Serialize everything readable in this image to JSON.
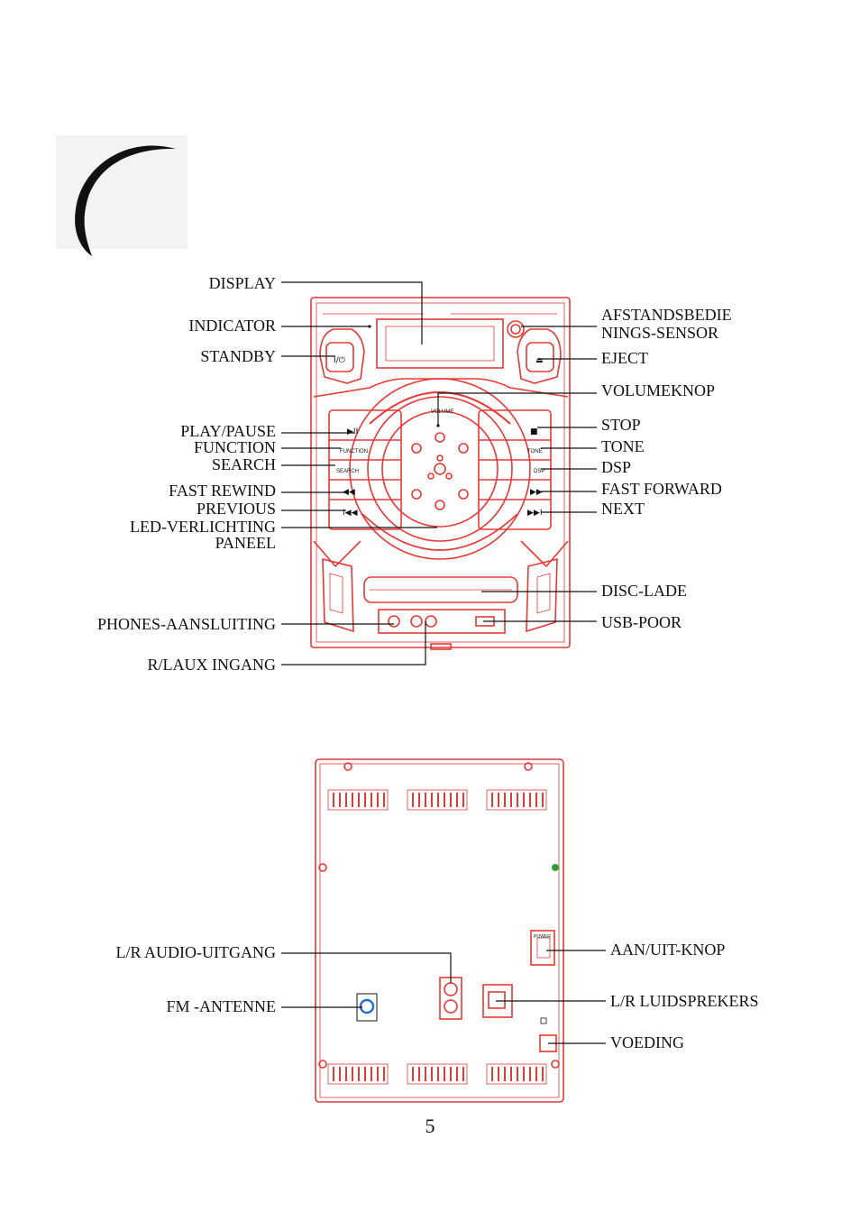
{
  "page_number": "5",
  "front_panel": {
    "left_labels": {
      "display": "DISPLAY",
      "indicator": "INDICATOR",
      "standby": "STANDBY",
      "play_pause": "PLAY/PAUSE",
      "function": "FUNCTION",
      "search": "SEARCH",
      "fast_rewind": "FAST REWIND",
      "previous": "PREVIOUS",
      "led_line1": "LED-VERLICHTING",
      "led_line2": "PANEEL",
      "phones": "PHONES-AANSLUITING",
      "aux": "R/LAUX INGANG"
    },
    "right_labels": {
      "remote_line1": "AFSTANDSBEDIE",
      "remote_line2": "NINGS-SENSOR",
      "eject": "EJECT",
      "volume": "VOLUMEKNOP",
      "stop": "STOP",
      "tone": "TONE",
      "dsp": "DSP",
      "fast_forward": "FAST FORWARD",
      "next": "NEXT",
      "disc_tray": "DISC-LADE",
      "usb": "USB-POOR"
    },
    "panel_text": {
      "function": "FUNCTION",
      "search": "SEARCH",
      "tone": "TONE",
      "dsp": "DSP",
      "volume": "VOLUME"
    }
  },
  "back_panel": {
    "left_labels": {
      "audio_out": "L/R AUDIO-UITGANG",
      "fm_antenna": "FM -ANTENNE"
    },
    "right_labels": {
      "power_switch": "AAN/UIT-KNOP",
      "speakers": "L/R  LUIDSPREKERS",
      "power_supply": "VOEDING"
    },
    "panel_text": {
      "power": "POWER"
    }
  },
  "colors": {
    "device": "#e53935",
    "line": "#111111",
    "green": "#2e9d3a",
    "blue": "#1e6fd0"
  }
}
